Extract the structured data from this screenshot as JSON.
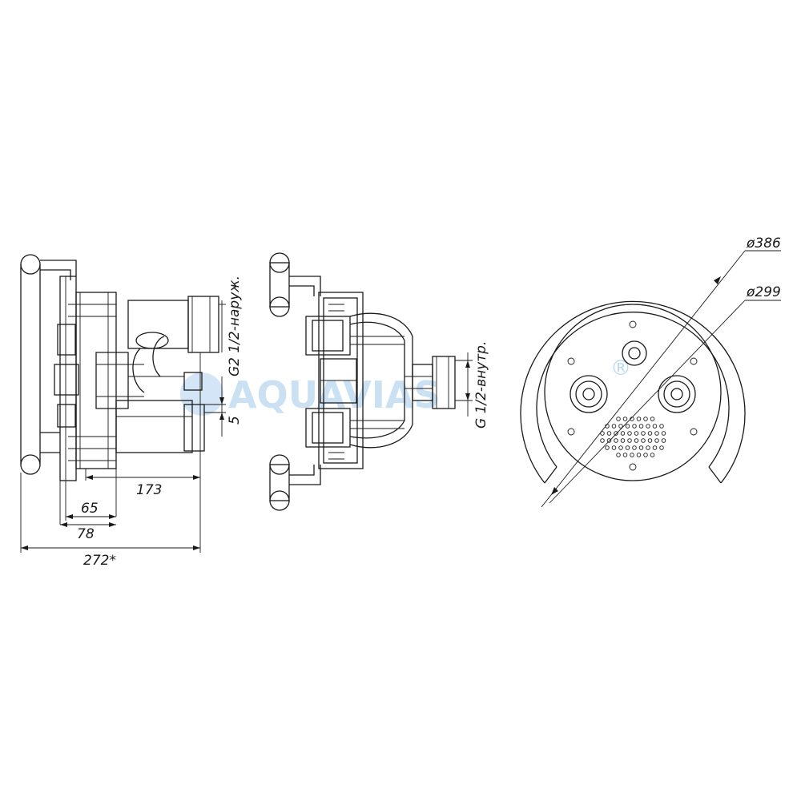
{
  "dimensions": {
    "d173": "173",
    "d65": "65",
    "d78": "78",
    "d272": "272*",
    "d5": "5",
    "diameter_386": "ø386",
    "diameter_299": "ø299"
  },
  "thread_labels": {
    "outer": "G2 1/2-наруж.",
    "inner": "G 1/2-внутр."
  },
  "watermark": {
    "text": "AQUAVIAS",
    "mark": "®",
    "color": "#9ec6ea"
  },
  "colors": {
    "line": "#1a1a1a",
    "background": "#ffffff"
  }
}
